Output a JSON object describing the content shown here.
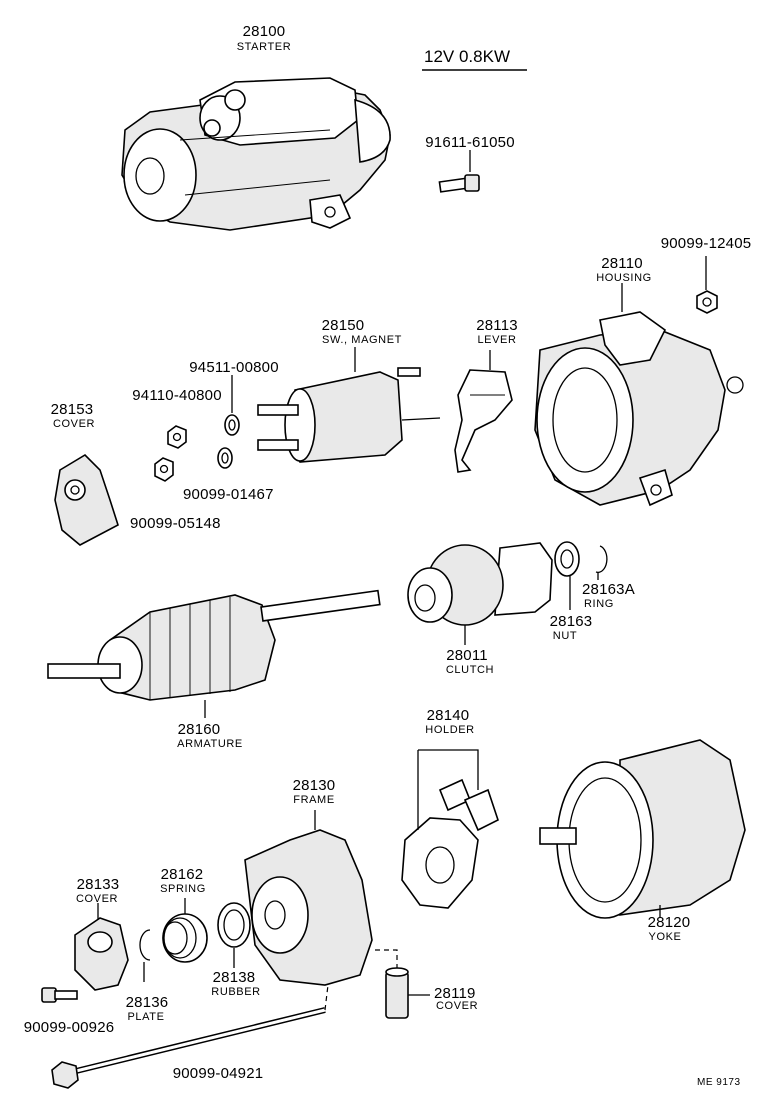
{
  "header": {
    "spec": "12V 0.8KW",
    "footer_code": "ME 9173"
  },
  "parts": {
    "starter": {
      "number": "28100",
      "name": "STARTER"
    },
    "bolt_91611": {
      "number": "91611-61050"
    },
    "nut_90099_12405": {
      "number": "90099-12405"
    },
    "housing": {
      "number": "28110",
      "name": "HOUSING"
    },
    "lever": {
      "number": "28113",
      "name": "LEVER"
    },
    "sw_magnet": {
      "number": "28150",
      "name": "SW., MAGNET"
    },
    "washer_94511": {
      "number": "94511-00800"
    },
    "nut_94110": {
      "number": "94110-40800"
    },
    "cover_28153": {
      "number": "28153",
      "name": "COVER"
    },
    "washer_90099_01467": {
      "number": "90099-01467"
    },
    "nut_90099_05148": {
      "number": "90099-05148"
    },
    "clutch": {
      "number": "28011",
      "name": "CLUTCH"
    },
    "nut_28163": {
      "number": "28163",
      "name": "NUT"
    },
    "ring_28163a": {
      "number": "28163A",
      "name": "RING"
    },
    "armature": {
      "number": "28160",
      "name": "ARMATURE"
    },
    "holder": {
      "number": "28140",
      "name": "HOLDER"
    },
    "frame": {
      "number": "28130",
      "name": "FRAME"
    },
    "yoke": {
      "number": "28120",
      "name": "YOKE"
    },
    "spring": {
      "number": "28162",
      "name": "SPRING"
    },
    "cover_28133": {
      "number": "28133",
      "name": "COVER"
    },
    "plate": {
      "number": "28136",
      "name": "PLATE"
    },
    "rubber": {
      "number": "28138",
      "name": "RUBBER"
    },
    "cover_28119": {
      "number": "28119",
      "name": "COVER"
    },
    "screw_90099_00926": {
      "number": "90099-00926"
    },
    "bolt_90099_04921": {
      "number": "90099-04921"
    }
  }
}
